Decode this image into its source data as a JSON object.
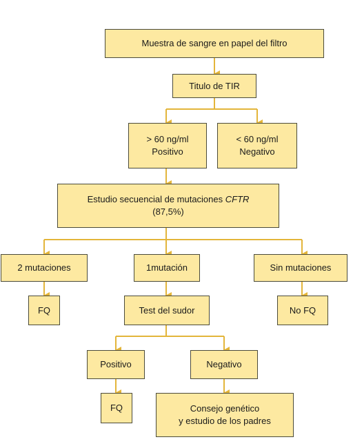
{
  "nodes": {
    "muestra": "Muestra de sangre en papel del filtro",
    "titulo": "Titulo de TIR",
    "positivo_tir": {
      "line1": "> 60 ng/ml",
      "line2": "Positivo"
    },
    "negativo_tir": {
      "line1": "< 60 ng/ml",
      "line2": "Negativo"
    },
    "estudio": {
      "line1_prefix": "Estudio secuencial de mutaciones ",
      "line1_gene": "CFTR",
      "line2": "(87,5%)"
    },
    "dos_mutaciones": "2 mutaciones",
    "una_mutacion": "1mutación",
    "sin_mutaciones": "Sin mutaciones",
    "fq_left": "FQ",
    "test_sudor": "Test del sudor",
    "no_fq": "No FQ",
    "positivo_sudor": "Positivo",
    "negativo_sudor": "Negativo",
    "fq_bottom": "FQ",
    "consejo": {
      "line1": "Consejo genético",
      "line2": "y estudio de los padres"
    }
  },
  "colors": {
    "box_fill": "#fde9a1",
    "box_border": "#4a4a3a",
    "connector": "#e3b53a"
  }
}
